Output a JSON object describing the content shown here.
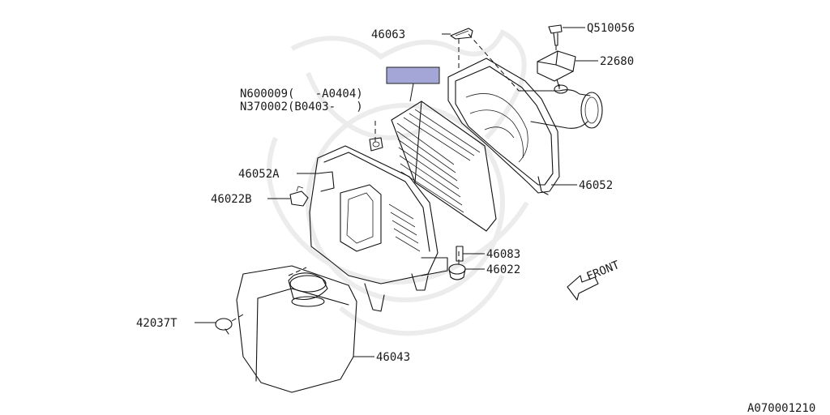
{
  "diagram_id": "A070001210",
  "front_label": "FRONT",
  "labels": [
    {
      "id": "46063",
      "text": "46063"
    },
    {
      "id": "Q510056",
      "text": "Q510056"
    },
    {
      "id": "22680",
      "text": "22680"
    },
    {
      "id": "N600009",
      "text": "N600009(   -A0404)"
    },
    {
      "id": "N370002",
      "text": "N370002(B0403-   )"
    },
    {
      "id": "46052A",
      "text": "46052A"
    },
    {
      "id": "46022B",
      "text": "46022B"
    },
    {
      "id": "46052",
      "text": "46052"
    },
    {
      "id": "46083",
      "text": "46083"
    },
    {
      "id": "46022",
      "text": "46022"
    },
    {
      "id": "42037T",
      "text": "42037T"
    },
    {
      "id": "46043",
      "text": "46043"
    }
  ],
  "colors": {
    "highlight_box": "#a3a6d6",
    "line": "#111111",
    "watermark": "#ececec"
  }
}
